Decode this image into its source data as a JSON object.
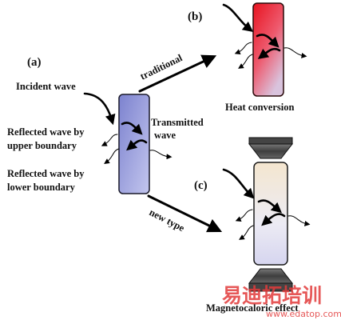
{
  "labels": {
    "panel_a": "(a)",
    "panel_b": "(b)",
    "panel_c": "(c)",
    "incident": "Incident wave",
    "reflected_upper_1": "Reflected wave by",
    "reflected_upper_2": "upper boundary",
    "reflected_lower_1": "Reflected wave by",
    "reflected_lower_2": "lower boundary",
    "transmitted_1": "Transmitted",
    "transmitted_2": "wave",
    "traditional": "traditional",
    "new_type": "new type",
    "heat_conversion": "Heat conversion",
    "magnetocaloric": "Magnetocaloric effect"
  },
  "watermark": {
    "text": "易迪拓培训",
    "url": "www.edatop.com"
  },
  "colors": {
    "sample_a": "#8e93d6",
    "sample_b_top": "#e8202a",
    "sample_b_bottom": "#d9bdd8",
    "sample_c_top": "#f2e4cc",
    "sample_c_bottom": "#d9d8f0",
    "magnet": "#555555",
    "watermark": "#e23b3b"
  }
}
